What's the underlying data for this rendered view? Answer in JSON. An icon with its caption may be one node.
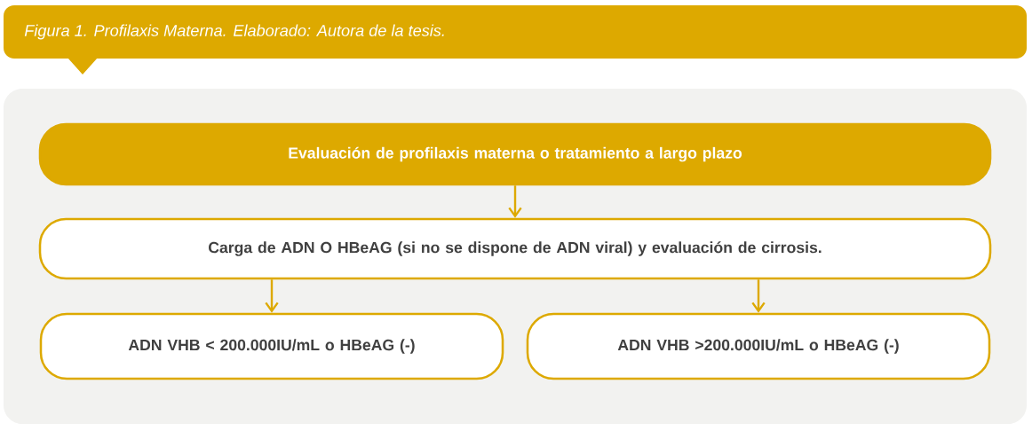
{
  "diagram": {
    "title": "Figura 1. Profilaxis Materna. Elaborado: Autora de la tesis.",
    "nodes": [
      {
        "text": [],
        "shape": "box"
      },
      {
        "text": [
          "Evaluación de profilaxis materna o tratamiento a largo plazo"
        ],
        "in": 0
      },
      {
        "text": [
          "Carga de ADN O HBeAG (si no se dispone de ADN viral) y evaluación de cirrosis."
        ],
        "in": 0
      },
      {
        "text": [
          "ADN VHB < 200.000IU/mL o HBeAG (-)"
        ],
        "in": 0
      },
      {
        "text": [
          "ADN VHB >200.000IU/mL o HBeAG (-)"
        ],
        "in": 0
      }
    ],
    "edges": [
      {
        "from": 1,
        "to": 2,
        "arrow": "to"
      },
      {
        "from": 2,
        "to": 3,
        "arrow": "to"
      },
      {
        "from": 2,
        "to": 4,
        "arrow": "to"
      }
    ]
  }
}
